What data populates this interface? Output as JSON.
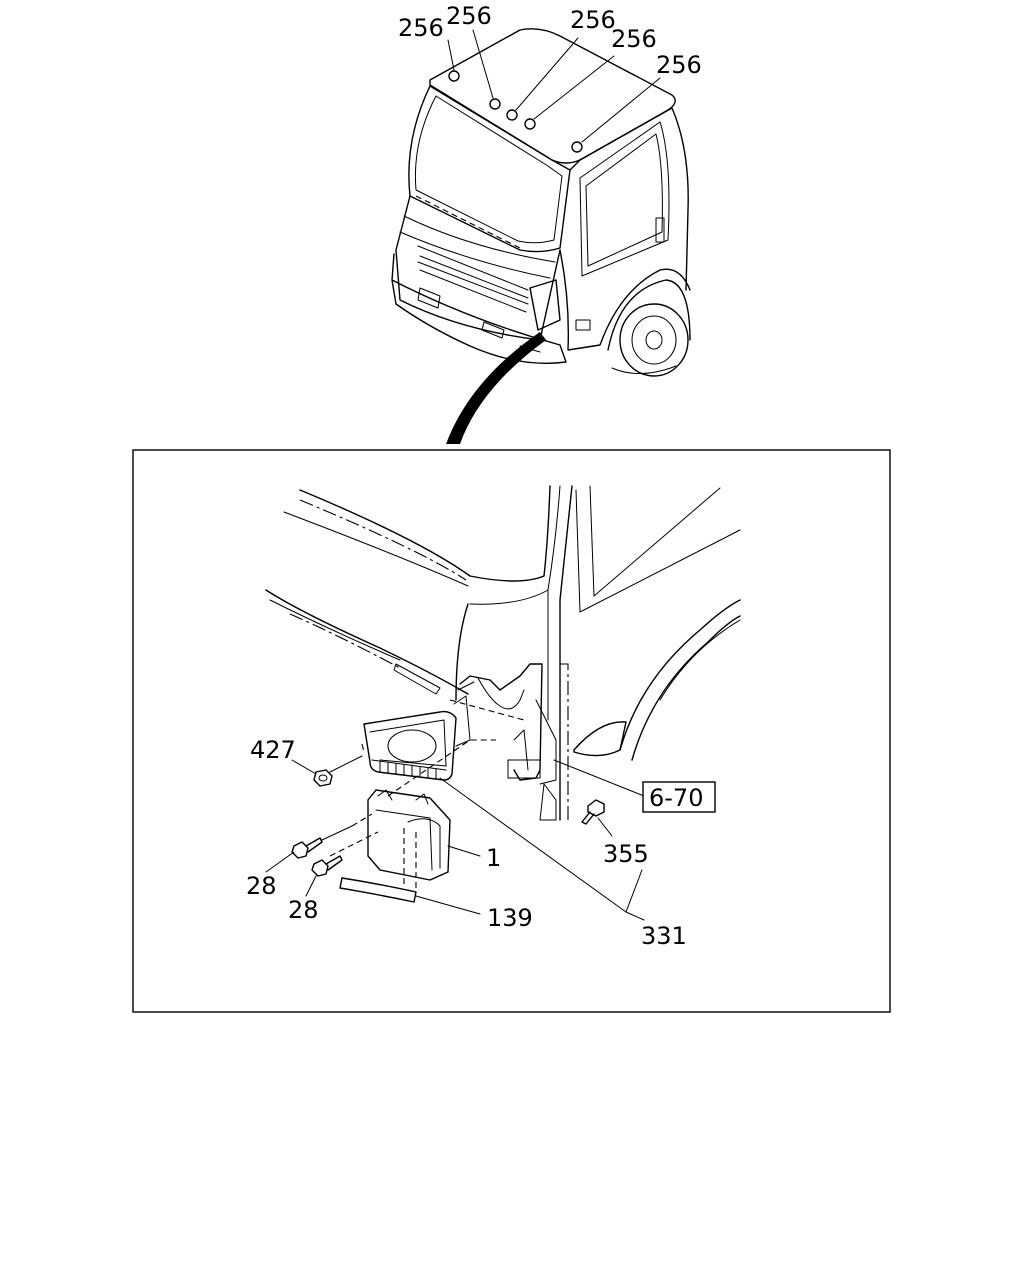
{
  "callouts": {
    "c256a": "256",
    "c256b": "256",
    "c256c": "256",
    "c256d": "256",
    "c256e": "256",
    "c427": "427",
    "c28a": "28",
    "c28b": "28",
    "c1": "1",
    "c139": "139",
    "c331": "331",
    "c355": "355",
    "ref_6_70": "6-70"
  }
}
